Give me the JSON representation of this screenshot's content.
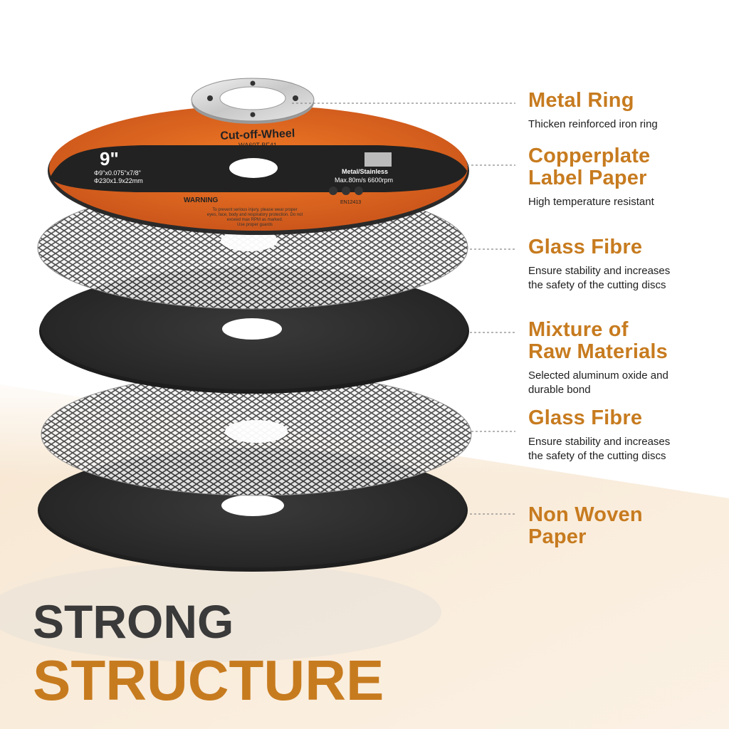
{
  "colors": {
    "accent": "#c77b1f",
    "label_orange": "#e0691f",
    "disc_dark": "#2e2e2e",
    "text_dark": "#3a3a3a"
  },
  "label_disc": {
    "product_name": "Cut-off-Wheel",
    "model": "WA60T-BF41",
    "size": "9\"",
    "dims_imperial": "Φ9\"x0.075\"x7/8\"",
    "dims_metric": "Φ230x1.9x22mm",
    "material": "Metal/Stainless",
    "speed": "Max.80m/s 6600rpm",
    "warning_title": "WARNING",
    "warning_text_1": "To prevent serious injury, please wear proper",
    "warning_text_2": "eyes, face, body and respiratory protection. Do not",
    "warning_text_3": "exceed max RPM as marked.",
    "warning_text_4": "Use proper guards",
    "standard": "EN12413"
  },
  "layers": [
    {
      "title": "Metal Ring",
      "desc": "Thicken reinforced iron ring"
    },
    {
      "title": "Copperplate\nLabel Paper",
      "desc": "High temperature resistant"
    },
    {
      "title": "Glass Fibre",
      "desc": "Ensure stability and increases\nthe safety of the cutting discs"
    },
    {
      "title": "Mixture of\nRaw Materials",
      "desc": "Selected aluminum oxide and\ndurable bond"
    },
    {
      "title": "Glass Fibre",
      "desc": "Ensure stability and increases\nthe safety of the cutting discs"
    },
    {
      "title": "Non Woven\nPaper",
      "desc": ""
    }
  ],
  "headline": {
    "line1": "STRONG",
    "line2": "STRUCTURE"
  }
}
